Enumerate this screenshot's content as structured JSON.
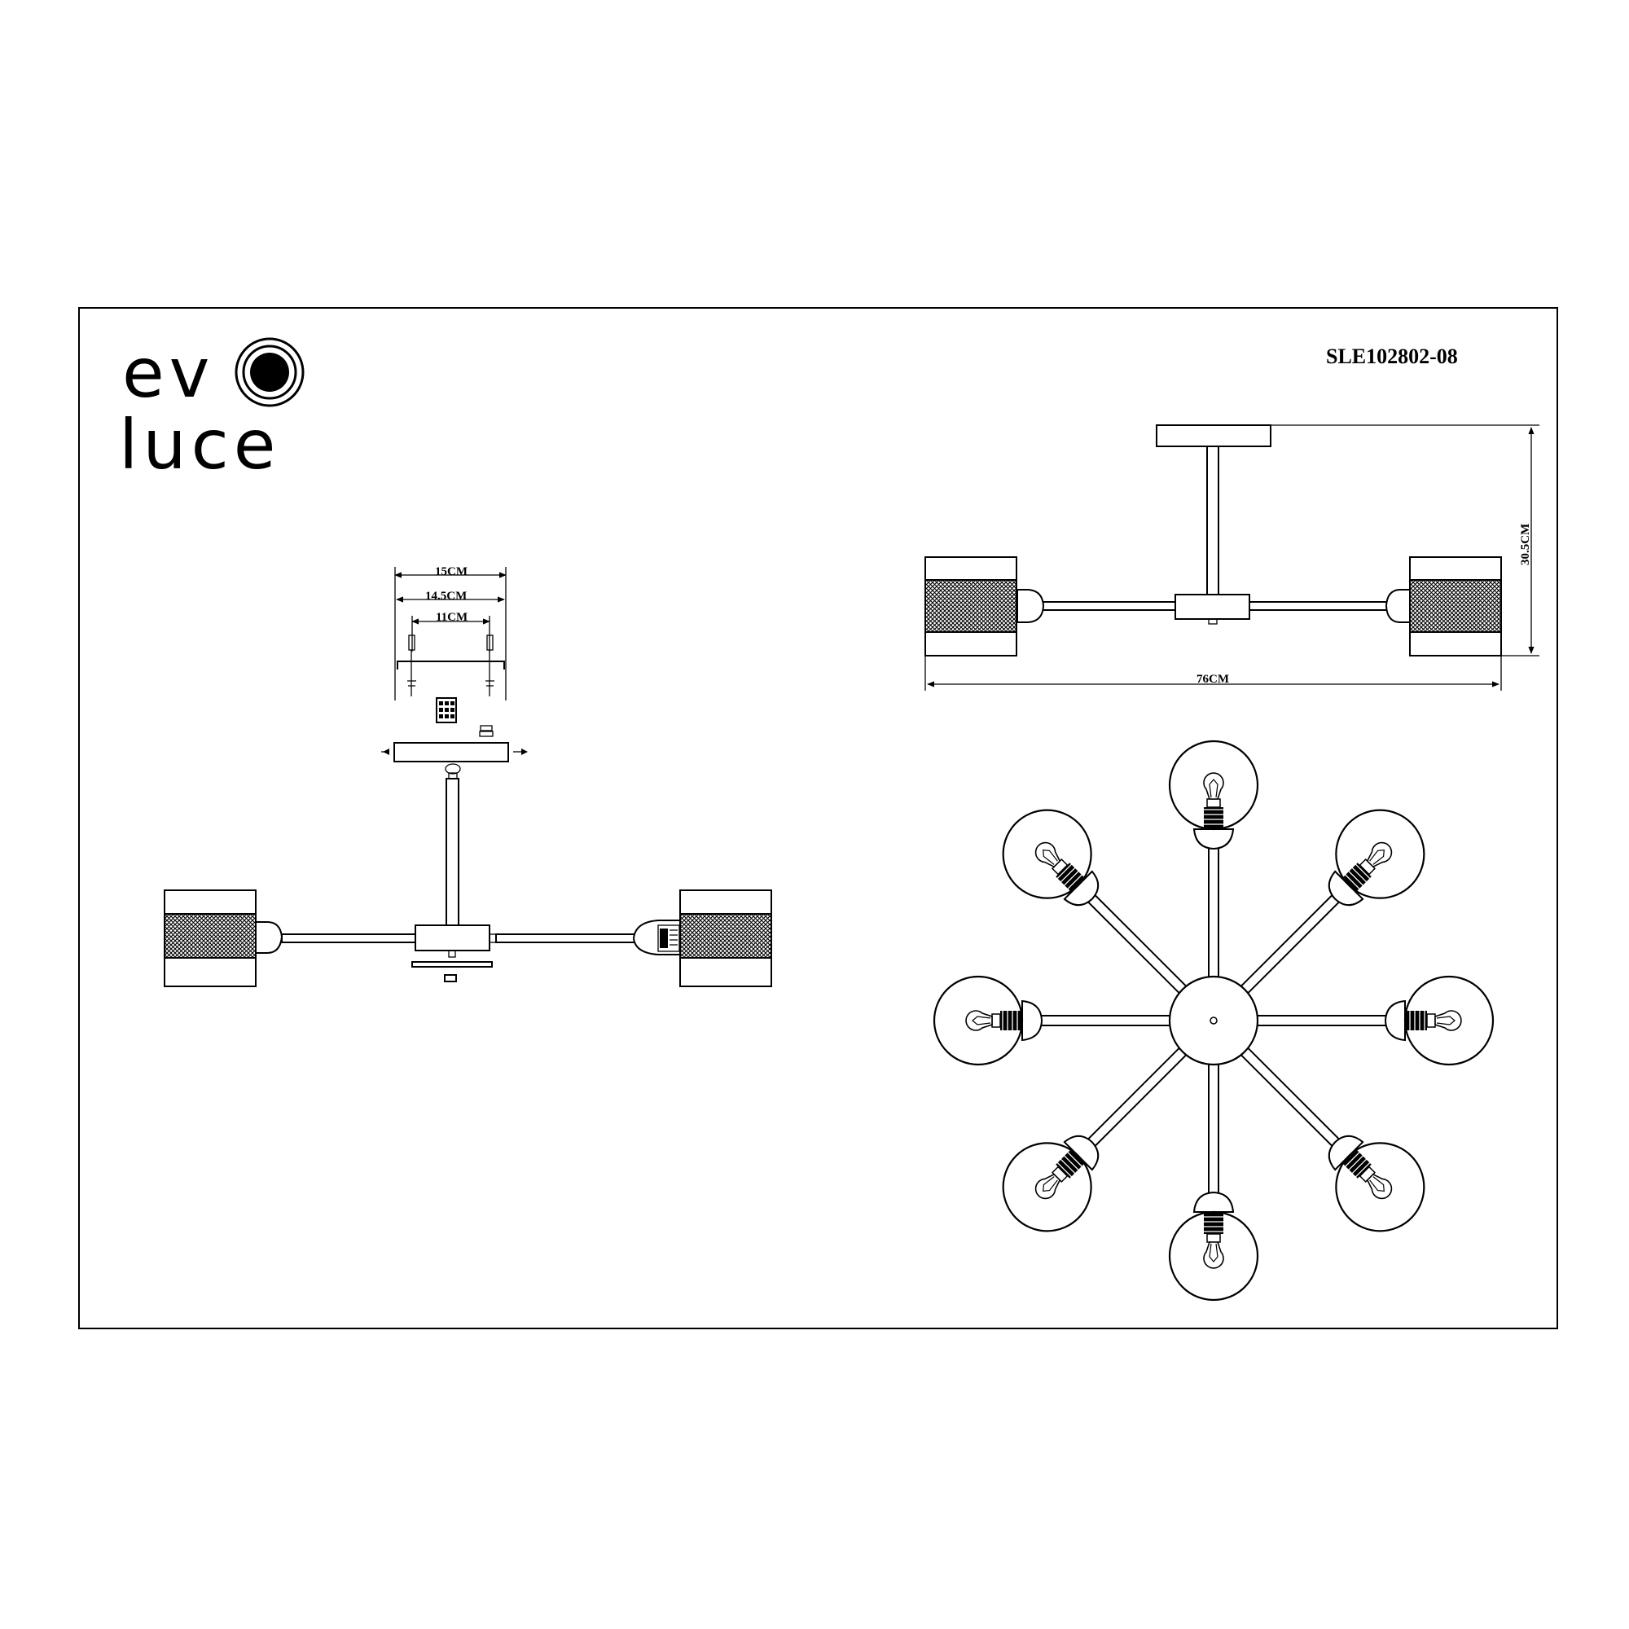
{
  "brand": {
    "line1": "ev",
    "line2": "luce"
  },
  "model_code": "SLE102802-08",
  "dimensions": {
    "mount_outer": "15CM",
    "mount_middle": "14.5CM",
    "mount_inner": "11CM",
    "total_height": "30.5CM",
    "total_width": "76CM"
  },
  "views": {
    "arms_count": 8
  },
  "colors": {
    "line": "#000000",
    "background": "#ffffff"
  }
}
